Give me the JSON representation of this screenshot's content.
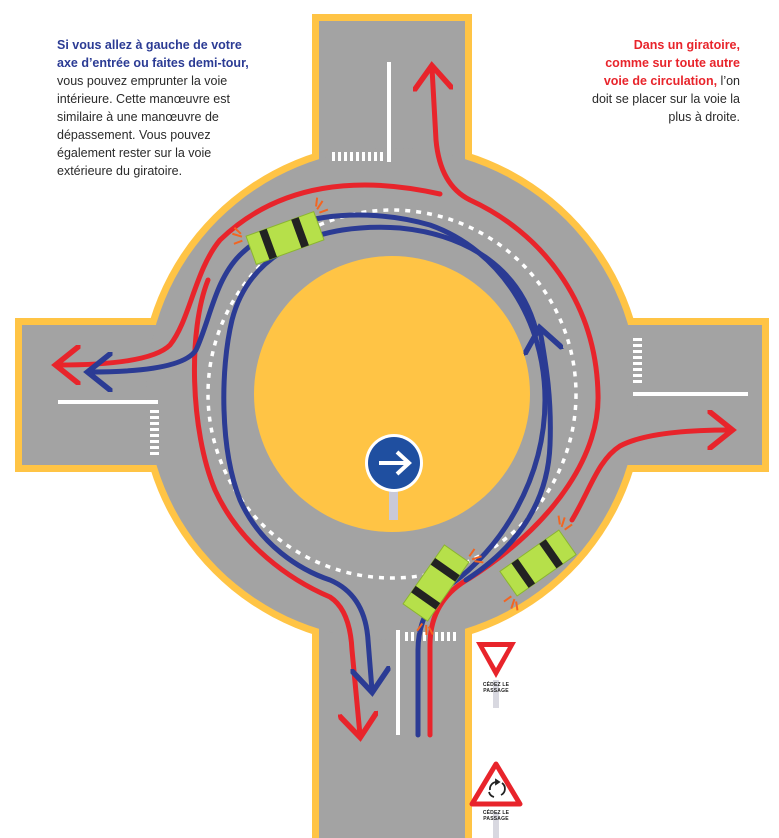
{
  "notes": {
    "left": {
      "highlight": "Si vous allez à gauche de votre axe d’entrée ou faites demi-tour,",
      "body": " vous pouvez emprunter la voie intérieure. Cette manœuvre est similaire à une manœuvre de dépassement. Vous pouvez également rester sur la voie extérieure du giratoire."
    },
    "right": {
      "highlight": "Dans un giratoire, comme sur toute autre voie de circulation,",
      "body": " l’on doit se placer sur la voie la plus à droite."
    }
  },
  "signs": {
    "yield_upper_line1": "CÉDEZ LE",
    "yield_upper_line2": "PASSAGE",
    "yield_lower_line1": "CÉDEZ LE",
    "yield_lower_line2": "PASSAGE"
  },
  "colors": {
    "road": "#a3a3a3",
    "road_edge": "#ffc445",
    "central_island": "#ffc445",
    "outer_lane_path": "#e8242b",
    "inner_lane_path": "#2b3b94",
    "car_body": "#b6e04a",
    "blinker": "#f26522",
    "sign_blue": "#1f4fa0",
    "sign_red": "#e8242b"
  },
  "icons": {
    "direction_sign": "right-arrow-icon",
    "upper_sign": "yield-triangle-icon",
    "lower_sign": "roundabout-warning-icon"
  }
}
